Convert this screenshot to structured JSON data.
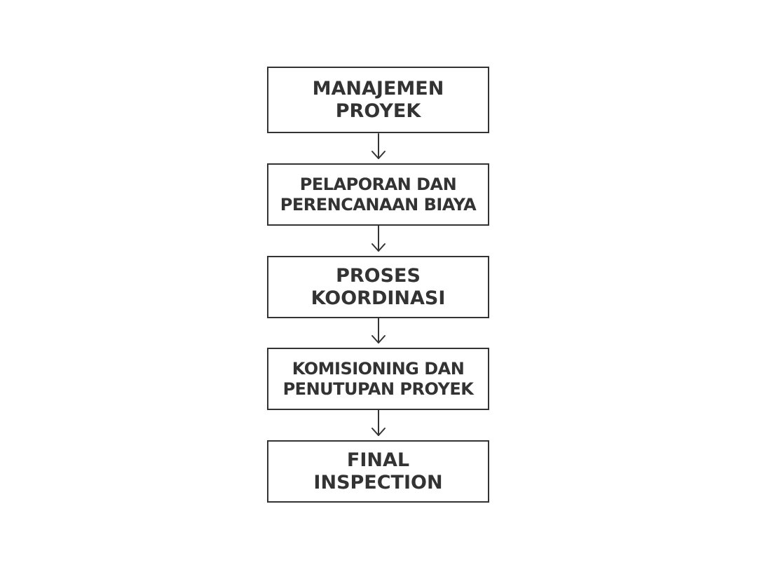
{
  "steps": [
    {
      "lines": [
        "MANAJEMEN",
        "PROYEK"
      ]
    },
    {
      "lines": [
        "PELAPORAN DAN",
        "PERENCANAAN BIAYA"
      ]
    },
    {
      "lines": [
        "PROSES",
        "KOORDINASI"
      ]
    },
    {
      "lines": [
        "KOMISIONING DAN",
        "PENUTUPAN PROYEK"
      ]
    },
    {
      "lines": [
        "FINAL",
        "INSPECTION"
      ]
    }
  ],
  "colors": {
    "stroke": "#333333",
    "text": "#333333",
    "background": "#ffffff"
  }
}
